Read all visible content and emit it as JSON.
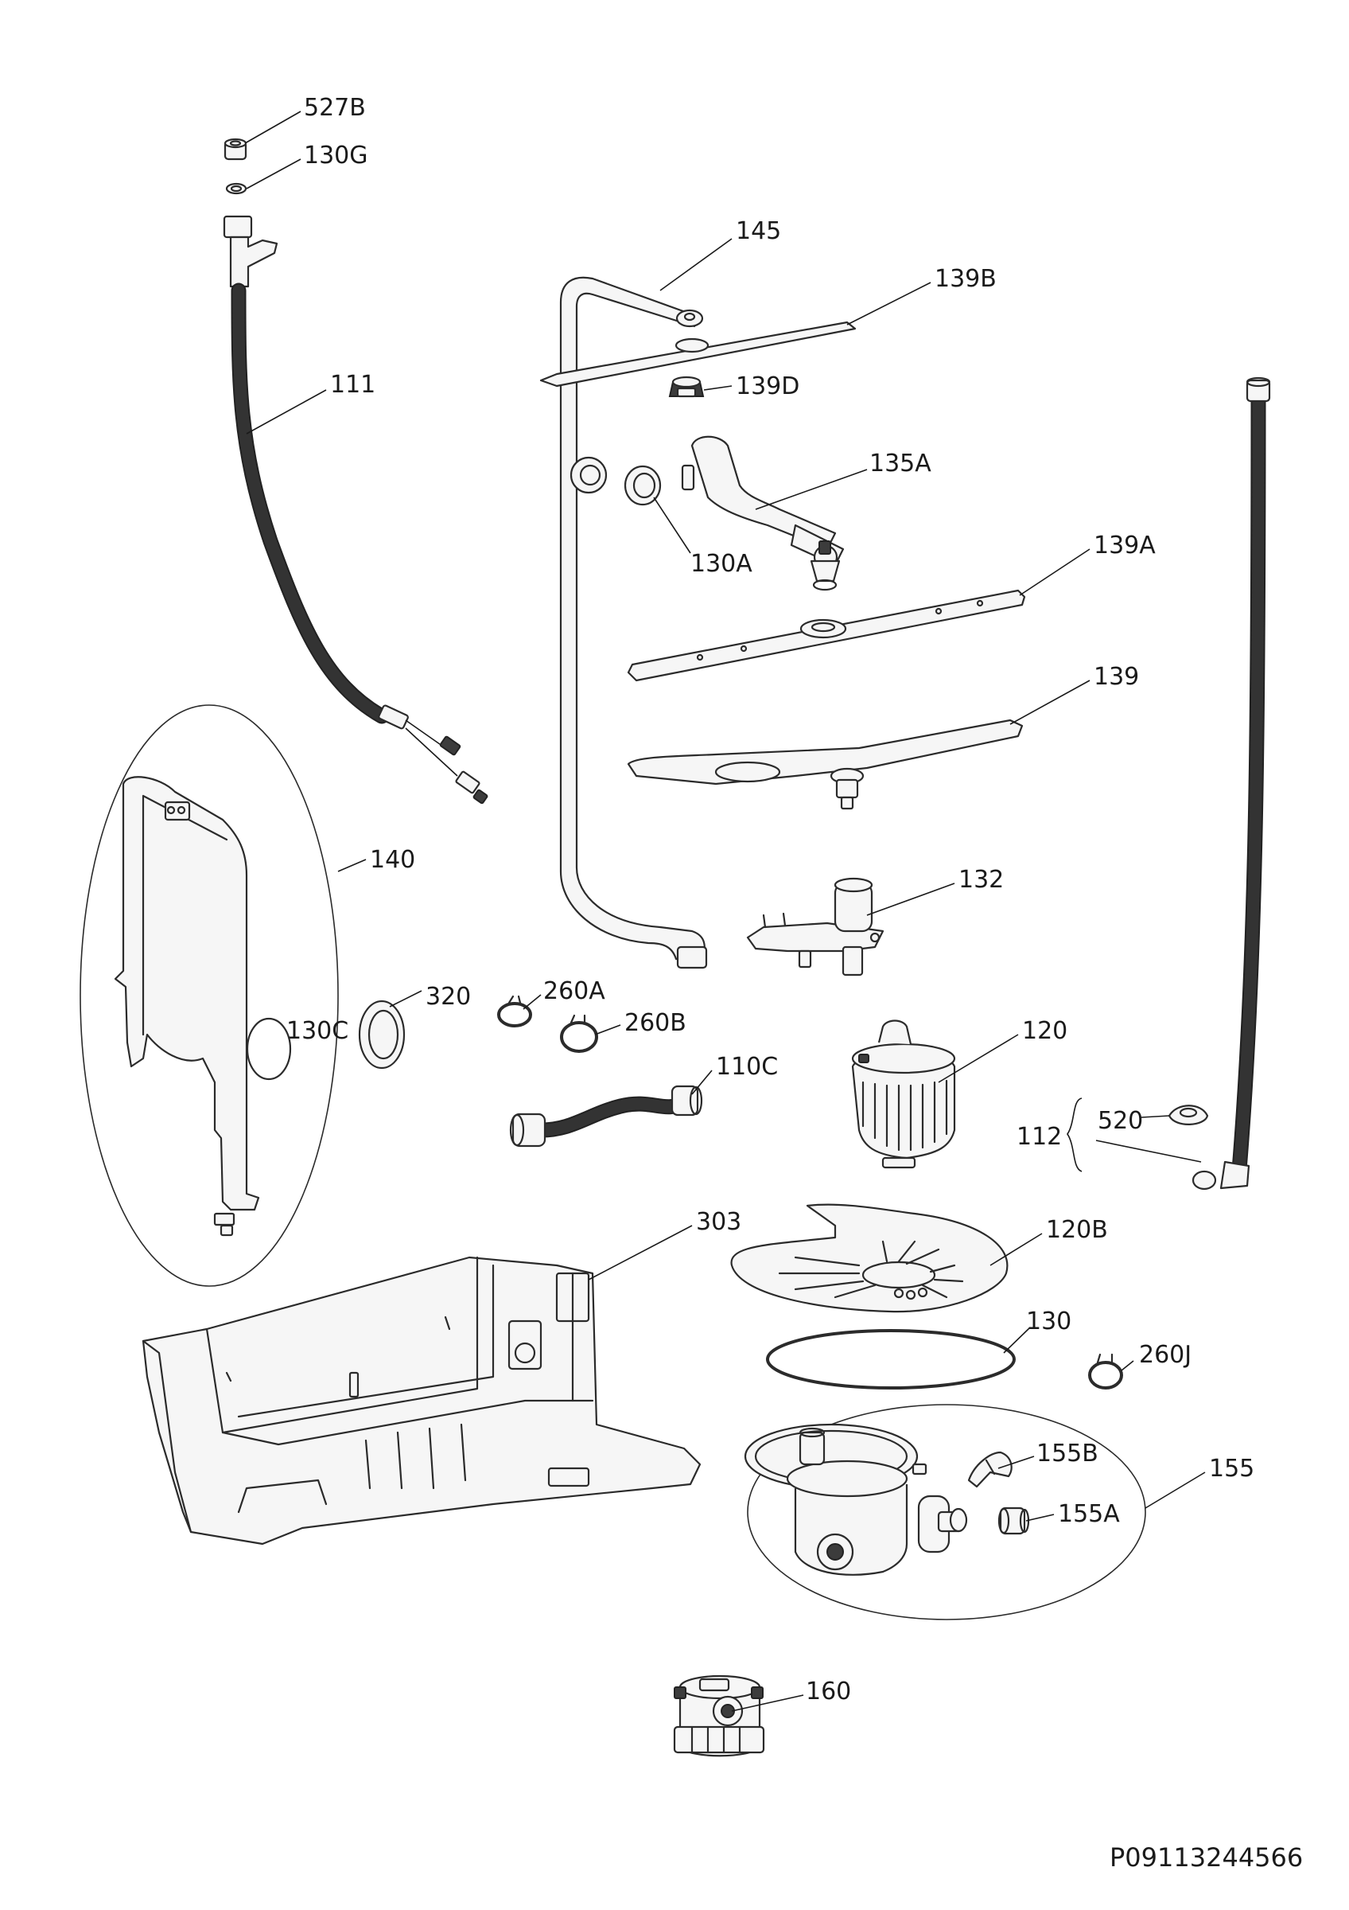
{
  "diagram": {
    "drawing_code": "P09113244566",
    "callouts": [
      {
        "id": "c527B",
        "label": "527B"
      },
      {
        "id": "c130G",
        "label": "130G"
      },
      {
        "id": "c145",
        "label": "145"
      },
      {
        "id": "c139B",
        "label": "139B"
      },
      {
        "id": "c111",
        "label": "111"
      },
      {
        "id": "c139D",
        "label": "139D"
      },
      {
        "id": "c135A",
        "label": "135A"
      },
      {
        "id": "c130A",
        "label": "130A"
      },
      {
        "id": "c139A",
        "label": "139A"
      },
      {
        "id": "c139",
        "label": "139"
      },
      {
        "id": "c140",
        "label": "140"
      },
      {
        "id": "c132",
        "label": "132"
      },
      {
        "id": "c320",
        "label": "320"
      },
      {
        "id": "c260A",
        "label": "260A"
      },
      {
        "id": "c130C",
        "label": "130C"
      },
      {
        "id": "c260B",
        "label": "260B"
      },
      {
        "id": "c120",
        "label": "120"
      },
      {
        "id": "c110C",
        "label": "110C"
      },
      {
        "id": "c520",
        "label": "520"
      },
      {
        "id": "c112",
        "label": "112"
      },
      {
        "id": "c303",
        "label": "303"
      },
      {
        "id": "c120B",
        "label": "120B"
      },
      {
        "id": "c130",
        "label": "130"
      },
      {
        "id": "c260J",
        "label": "260J"
      },
      {
        "id": "c155B",
        "label": "155B"
      },
      {
        "id": "c155",
        "label": "155"
      },
      {
        "id": "c155A",
        "label": "155A"
      },
      {
        "id": "c160",
        "label": "160"
      }
    ]
  }
}
